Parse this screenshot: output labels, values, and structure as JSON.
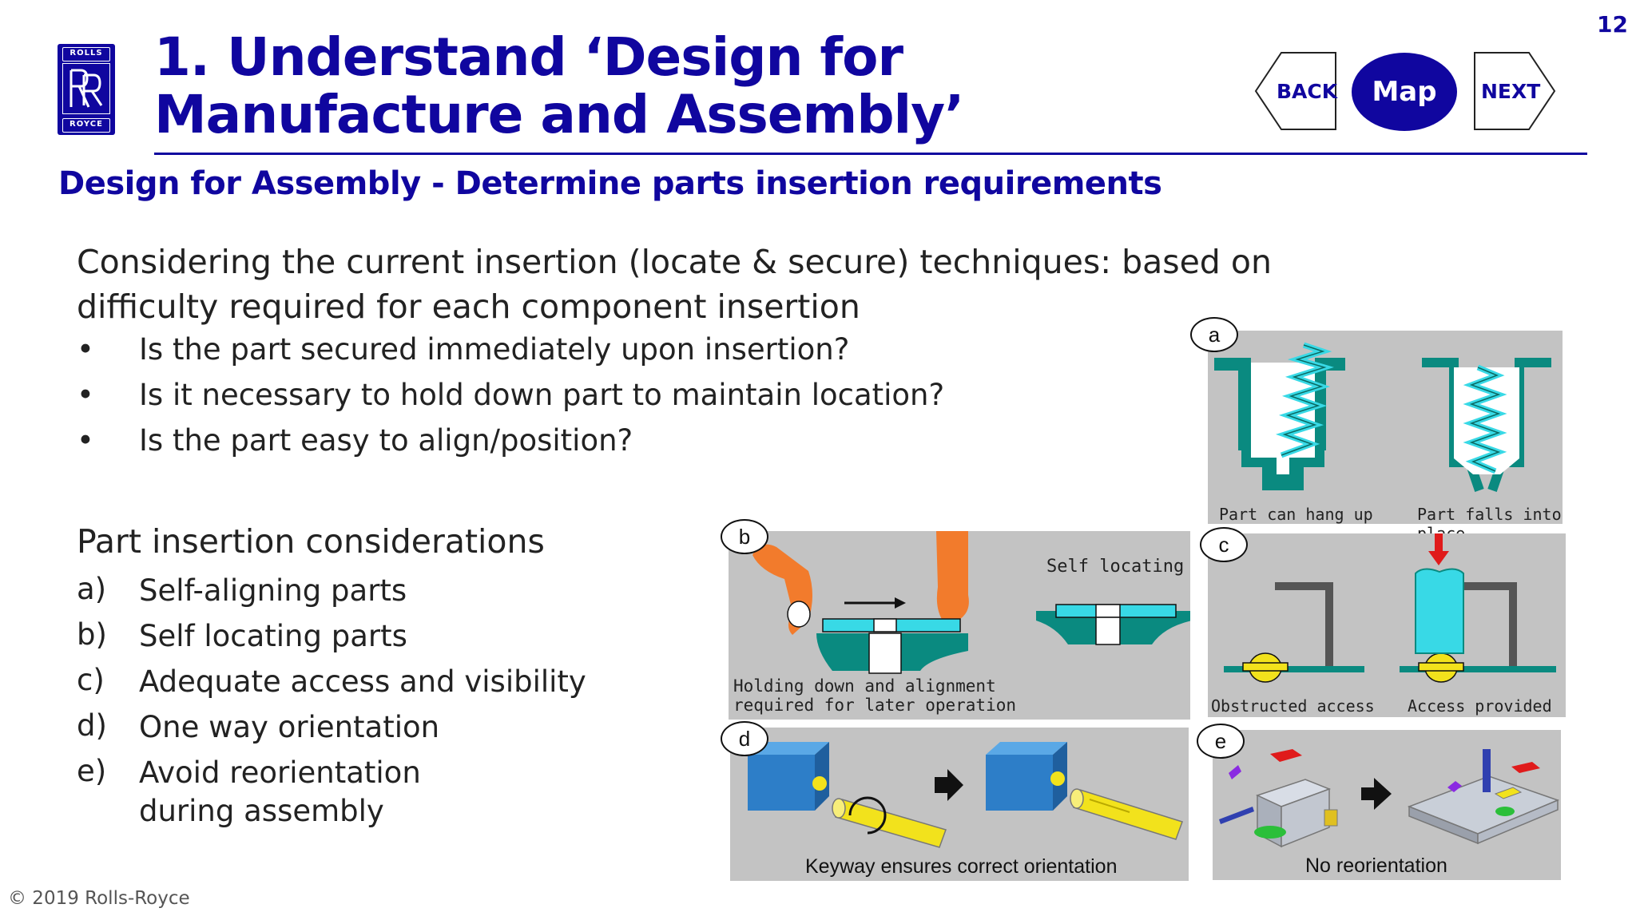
{
  "page": {
    "number": "12",
    "title": "1. Understand ‘Design for Manufacture and Assembly’",
    "subtitle": "Design for Assembly - Determine parts insertion requirements",
    "copyright": "© 2019 Rolls-Royce"
  },
  "logo": {
    "top_text": "ROLLS",
    "bottom_text": "ROYCE",
    "monogram": "RR"
  },
  "nav": {
    "back_label": "BACK",
    "map_label": "Map",
    "next_label": "NEXT"
  },
  "content": {
    "lead": "Considering the current insertion (locate & secure) techniques: based on difficulty required for each component insertion",
    "bullets": [
      "Is the part secured immediately upon insertion?",
      "Is it necessary to hold down part to maintain location?",
      "Is the part easy to align/position?"
    ],
    "considerations_heading": "Part insertion considerations",
    "considerations": [
      {
        "marker": "a)",
        "text": "Self-aligning parts"
      },
      {
        "marker": "b)",
        "text": "Self locating parts"
      },
      {
        "marker": "c)",
        "text": "Adequate access and visibility"
      },
      {
        "marker": "d)",
        "text": "One way orientation"
      },
      {
        "marker": "e)",
        "text": "Avoid reorientation during assembly"
      }
    ]
  },
  "figures": {
    "a": {
      "badge": "a",
      "caption_left": "Part can hang up",
      "caption_right": "Part falls into place"
    },
    "b": {
      "badge": "b",
      "caption_top": "Self locating",
      "caption_bottom_1": "Holding down and alignment",
      "caption_bottom_2": "required for later operation"
    },
    "c": {
      "badge": "c",
      "caption_left": "Obstructed access",
      "caption_right": "Access provided"
    },
    "d": {
      "badge": "d",
      "caption": "Keyway ensures correct orientation"
    },
    "e": {
      "badge": "e",
      "caption": "No reorientation"
    }
  },
  "colors": {
    "brand": "#10069f",
    "teal": "#0a8a80",
    "cyan": "#38d9e6",
    "panel": "#c3c3c3",
    "yellow": "#f2e21c",
    "orange": "#f27b2c",
    "blue_block": "#2d7ec8"
  }
}
